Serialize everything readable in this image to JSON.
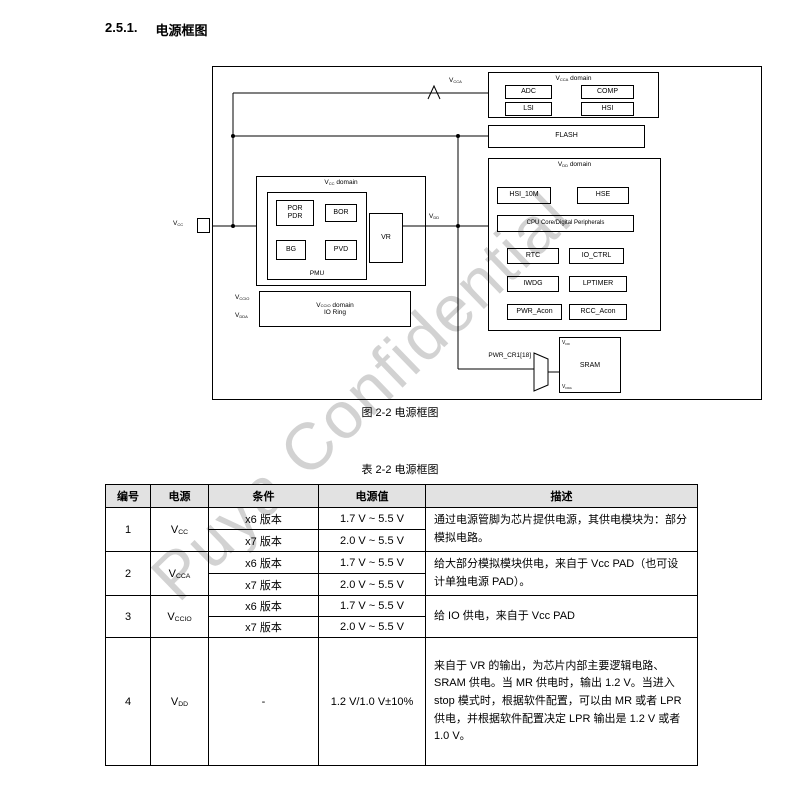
{
  "page": {
    "section_number": "2.5.1.",
    "section_title": "电源框图",
    "watermark": "Puya Confidential"
  },
  "figure": {
    "caption": "图 2-2 电源框图",
    "labels": {
      "vcc": {
        "base": "V",
        "sub": "CC"
      },
      "vcca": {
        "base": "V",
        "sub": "CCA"
      },
      "vdd": {
        "base": "V",
        "sub": "DD"
      },
      "vccio": {
        "base": "V",
        "sub": "CCIO"
      },
      "vdda": {
        "base": "V",
        "sub": "DDA"
      },
      "pwr_cr1": "PWR_CR1[18]"
    },
    "vcca_domain": {
      "title": {
        "base": "V",
        "sub": "CCA",
        "rest": " domain"
      },
      "adc": "ADC",
      "comp": "COMP",
      "lsi": "LSI",
      "hsi": "HSI"
    },
    "flash": "FLASH",
    "vdd_domain": {
      "title": {
        "base": "V",
        "sub": "DD",
        "rest": " domain"
      },
      "hsi_10m": "HSI_10M",
      "hse": "HSE",
      "cpu": "CPU Core/Digital Peripherals",
      "rtc": "RTC",
      "io_ctrl": "IO_CTRL",
      "iwdg": "IWDG",
      "lptimer": "LPTIMER",
      "pwr_acon": "PWR_Acon",
      "rcc_acon": "RCC_Acon"
    },
    "vcc_domain": {
      "title": {
        "base": "V",
        "sub": "CC",
        "rest": " domain"
      },
      "pmu": "PMU",
      "por": "POR",
      "pdr": "PDR",
      "bor": "BOR",
      "bg": "BG",
      "pvd": "PVD",
      "vr": "VR"
    },
    "io_ring": {
      "line1": {
        "base": "V",
        "sub": "CCIO",
        "rest": " domain"
      },
      "line2": "IO Ring"
    },
    "sram": {
      "label": "SRAM",
      "top": {
        "base": "V",
        "sub": "DD"
      },
      "bottom": {
        "base": "V",
        "sub": "DDA"
      }
    }
  },
  "table": {
    "caption": "表 2-2 电源框图",
    "headers": [
      "编号",
      "电源",
      "条件",
      "电源值",
      "描述"
    ],
    "rows": [
      {
        "no": "1",
        "power": {
          "base": "V",
          "sub": "CC"
        },
        "variants": [
          {
            "cond": "x6 版本",
            "val": "1.7 V ~ 5.5 V"
          },
          {
            "cond": "x7 版本",
            "val": "2.0 V ~ 5.5 V"
          }
        ],
        "desc": "通过电源管脚为芯片提供电源，其供电模块为：部分模拟电路。"
      },
      {
        "no": "2",
        "power": {
          "base": "V",
          "sub": "CCA"
        },
        "variants": [
          {
            "cond": "x6 版本",
            "val": "1.7 V ~ 5.5 V"
          },
          {
            "cond": "x7 版本",
            "val": "2.0 V ~ 5.5 V"
          }
        ],
        "desc": "给大部分模拟模块供电，来自于 Vcc PAD（也可设计单独电源 PAD）。"
      },
      {
        "no": "3",
        "power": {
          "base": "V",
          "sub": "CCIO"
        },
        "variants": [
          {
            "cond": "x6 版本",
            "val": "1.7 V ~ 5.5 V"
          },
          {
            "cond": "x7 版本",
            "val": "2.0 V ~ 5.5 V"
          }
        ],
        "desc": "给 IO 供电，来自于 Vcc PAD"
      },
      {
        "no": "4",
        "power": {
          "base": "V",
          "sub": "DD"
        },
        "cond": "-",
        "val": "1.2 V/1.0 V±10%",
        "desc": "来自于 VR 的输出，为芯片内部主要逻辑电路、SRAM 供电。当 MR 供电时，输出 1.2 V。当进入 stop 模式时，根据软件配置，可以由 MR 或者 LPR 供电，并根据软件配置决定 LPR 输出是 1.2 V 或者 1.0 V。"
      }
    ]
  }
}
